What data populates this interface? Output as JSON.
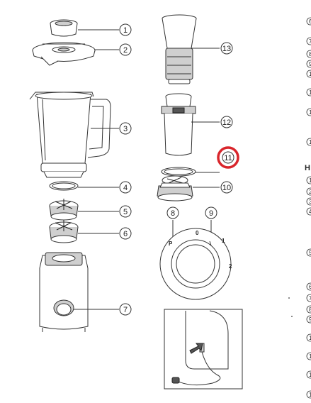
{
  "callouts": [
    "1",
    "2",
    "3",
    "4",
    "5",
    "6",
    "7",
    "8",
    "9",
    "10",
    "11",
    "12",
    "13"
  ],
  "dial_labels": {
    "pulse": "P",
    "off": "0",
    "speed1": "1",
    "speed2": "2"
  },
  "highlight_color": "#d9262c",
  "right_edge_numbers": [
    "6",
    "7",
    "8",
    "9",
    "10",
    "11",
    "12",
    "13",
    "1",
    "2",
    "3",
    "4",
    "5",
    "6",
    "7",
    "8",
    "9",
    "10",
    "11",
    "12",
    "13"
  ],
  "right_edge_letter": "H"
}
